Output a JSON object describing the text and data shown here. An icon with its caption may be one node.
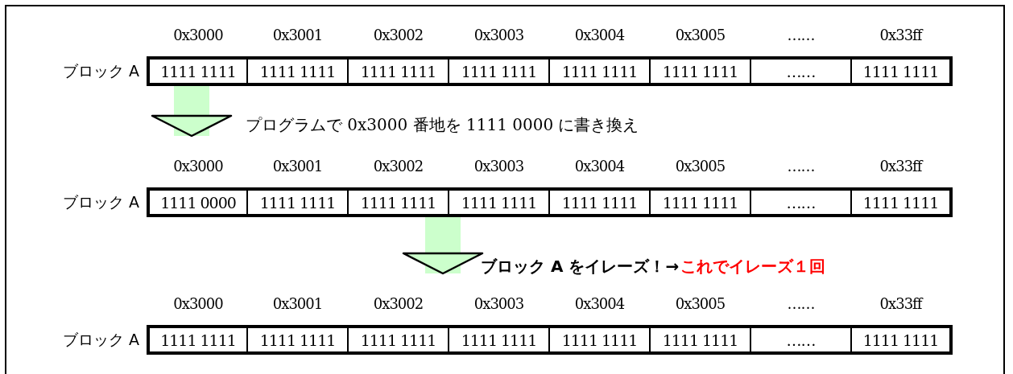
{
  "diagram": {
    "nodes": [
      {
        "text": [
          "ブロック A"
        ]
      },
      {
        "text": [
          "1111 1111"
        ],
        "beside": [
          "0x3000"
        ],
        "in": 0
      },
      {
        "text": [
          "1111 1111"
        ],
        "beside": [
          "0x3001"
        ],
        "in": 0
      },
      {
        "text": [
          "1111 1111"
        ],
        "beside": [
          "0x3002"
        ],
        "in": 0
      },
      {
        "text": [
          "1111 1111"
        ],
        "beside": [
          "0x3003"
        ],
        "in": 0
      },
      {
        "text": [
          "1111 1111"
        ],
        "beside": [
          "0x3004"
        ],
        "in": 0
      },
      {
        "text": [
          "1111 1111"
        ],
        "beside": [
          "0x3005"
        ],
        "in": 0
      },
      {
        "text": [
          "……"
        ],
        "beside": [
          "……"
        ],
        "in": 0
      },
      {
        "text": [
          "1111 1111"
        ],
        "beside": [
          "0x33ff"
        ],
        "in": 0
      },
      {
        "text": [
          "ブロック A"
        ]
      },
      {
        "text": [
          "1111 0000"
        ],
        "beside": [
          "0x3000"
        ],
        "in": 9
      },
      {
        "text": [
          "1111 1111"
        ],
        "beside": [
          "0x3001"
        ],
        "in": 9
      },
      {
        "text": [
          "1111 1111"
        ],
        "beside": [
          "0x3002"
        ],
        "in": 9
      },
      {
        "text": [
          "1111 1111"
        ],
        "beside": [
          "0x3003"
        ],
        "in": 9
      },
      {
        "text": [
          "1111 1111"
        ],
        "beside": [
          "0x3004"
        ],
        "in": 9
      },
      {
        "text": [
          "1111 1111"
        ],
        "beside": [
          "0x3005"
        ],
        "in": 9
      },
      {
        "text": [
          "……"
        ],
        "beside": [
          "……"
        ],
        "in": 9
      },
      {
        "text": [
          "1111 1111"
        ],
        "beside": [
          "0x33ff"
        ],
        "in": 9
      },
      {
        "text": [
          "ブロック A"
        ]
      },
      {
        "text": [
          "1111 1111"
        ],
        "beside": [
          "0x3000"
        ],
        "in": 18
      },
      {
        "text": [
          "1111 1111"
        ],
        "beside": [
          "0x3001"
        ],
        "in": 18
      },
      {
        "text": [
          "1111 1111"
        ],
        "beside": [
          "0x3002"
        ],
        "in": 18
      },
      {
        "text": [
          "1111 1111"
        ],
        "beside": [
          "0x3003"
        ],
        "in": 18
      },
      {
        "text": [
          "1111 1111"
        ],
        "beside": [
          "0x3004"
        ],
        "in": 18
      },
      {
        "text": [
          "1111 1111"
        ],
        "beside": [
          "0x3005"
        ],
        "in": 18
      },
      {
        "text": [
          "……"
        ],
        "beside": [
          "……"
        ],
        "in": 18
      },
      {
        "text": [
          "1111 1111"
        ],
        "beside": [
          "0x33ff"
        ],
        "in": 18
      }
    ],
    "edges": [
      {
        "from": 0,
        "to": 9,
        "arrow": "to",
        "label": "プログラムで 0x3000 番地を 1111  0000 に書き換え"
      },
      {
        "from": 9,
        "to": 18,
        "arrow": "to",
        "label": "ブロック A をイレーズ！→"
      }
    ],
    "labels": [
      "これでイレーズ１回"
    ]
  }
}
